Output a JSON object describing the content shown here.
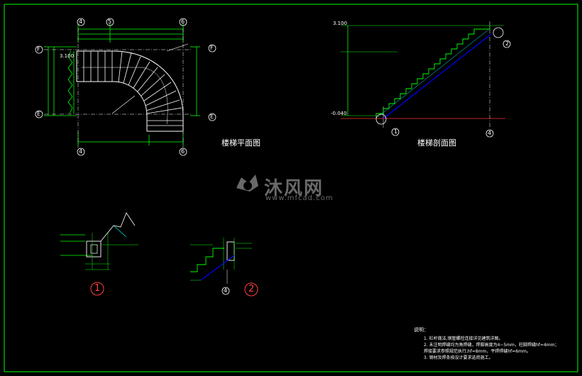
{
  "drawing": {
    "plan_title": "楼梯平面图",
    "section_title": "楼梯剖面图",
    "detail_1": "1",
    "detail_2": "2",
    "axis_labels": {
      "four": "4",
      "five": "5",
      "six": "6",
      "f": "F",
      "e": "E"
    },
    "plan_levels": {
      "level": "3.100"
    },
    "section_levels": {
      "top": "3.100",
      "bottom": "-0.040"
    },
    "notes": {
      "heading": "说明：",
      "items": [
        "1. 栏杆做法,钢管螺栓连接详见建筑详图。",
        "2. 未注明焊缝均为角焊缝，焊脚高度为4~5mm，柱脚焊缝hf=4mm；",
        "   焊接要求参照规范执行,hf=8mm，平焊焊缝hf=6mm。",
        "3. 钢材及焊条按设计要求选用施工。"
      ]
    },
    "watermark": {
      "text": "沐风网",
      "url": "www.mfcad.com"
    },
    "colors": {
      "frame": "#00ff00",
      "stairs": "#ffffff",
      "dimension": "#00ff00",
      "stringer": "#0000ff",
      "hatch": "#00ffff",
      "axis_bubble": "#ffffff",
      "detail_bubble": "#ff4040",
      "ground": "#ff3030"
    }
  }
}
